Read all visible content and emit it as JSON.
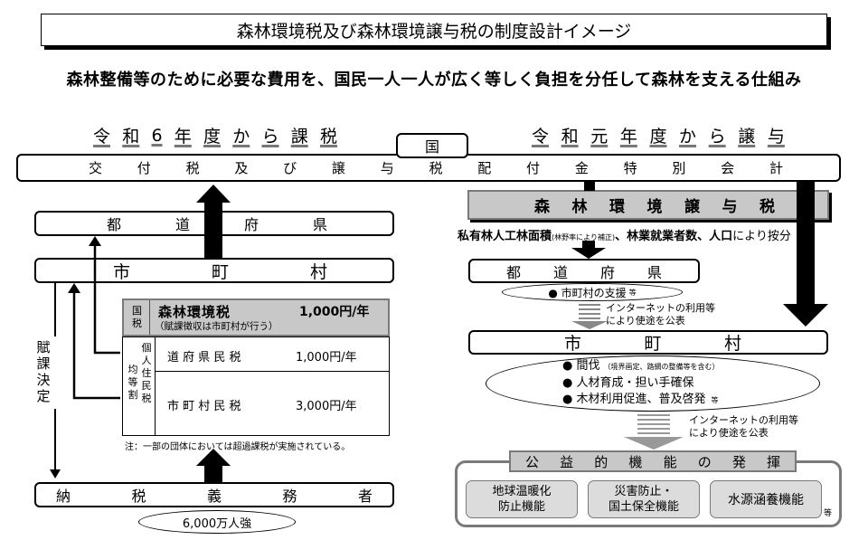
{
  "title": "森林環境税及び森林環境譲与税の制度設計イメージ",
  "subtitle": "森林整備等のために必要な費用を、国民一人一人が広く等しく負担を分任して森林を支える仕組み",
  "left_heading": [
    "令",
    "和",
    "6",
    "年",
    "度",
    "か",
    "ら",
    "課",
    "税"
  ],
  "right_heading": [
    "令",
    "和",
    "元",
    "年",
    "度",
    "か",
    "ら",
    "譲",
    "与"
  ],
  "kuni_label": "国",
  "special_account": [
    "交",
    "付",
    "税",
    "及",
    "び",
    "譲",
    "与",
    "税",
    "配",
    "付",
    "金",
    "特",
    "別",
    "会",
    "計"
  ],
  "left": {
    "prefecture": [
      "都",
      "道",
      "府",
      "県"
    ],
    "municipality": [
      "市",
      "町",
      "村"
    ],
    "fukazeikettei": [
      "賦",
      "課",
      "決",
      "定"
    ],
    "taxpayer": [
      "納",
      "税",
      "義",
      "務",
      "者"
    ],
    "taxpayer_count": "6,000万人強",
    "table": {
      "kuni_tax_label": [
        "国",
        "税"
      ],
      "forest_tax_name": "森林環境税",
      "forest_tax_amount": "1,000円/年",
      "forest_tax_note": "（賦課徴収は市町村が行う）",
      "resident_tax_label_a": [
        "個",
        "人",
        "住",
        "民",
        "税"
      ],
      "resident_tax_label_b": [
        "均",
        "等",
        "割"
      ],
      "pref_tax_name": "道 府 県 民 税",
      "pref_tax_amount": "1,000円/年",
      "muni_tax_name": "市 町 村 民 税",
      "muni_tax_amount": "3,000円/年"
    },
    "footnote": "注：一部の団体においては超過課税が実施されている。"
  },
  "right": {
    "joyozei": [
      "森",
      "林",
      "環",
      "境",
      "譲",
      "与",
      "税"
    ],
    "allocation": {
      "a": "私有林人工林面積",
      "b": "(林野率により補正)",
      "c": "、",
      "d": "林業就業者数",
      "e": "、",
      "f": "人口",
      "g": "により按分"
    },
    "prefecture": [
      "都",
      "道",
      "府",
      "県"
    ],
    "pref_support": "● 市町村の支援",
    "pref_support_suffix": "等",
    "internet_1": [
      "インターネットの利用等",
      "により使途を公表"
    ],
    "municipality": [
      "市",
      "町",
      "村"
    ],
    "uses": {
      "u1": "● 間伐",
      "u1_note": "（境界画定、路網の整備等を含む）",
      "u2": "● 人材育成・担い手確保",
      "u3": "● 木材利用促進、普及啓発",
      "u3_suffix": "等"
    },
    "internet_2": [
      "インターネットの利用等",
      "により使途を公表"
    ],
    "public_functions": [
      "公",
      "益",
      "的",
      "機",
      "能",
      "の",
      "発",
      "揮"
    ],
    "functions": [
      [
        "地球温暖化",
        "防止機能"
      ],
      [
        "災害防止・",
        "国土保全機能"
      ],
      [
        "水源涵養機能"
      ]
    ],
    "functions_suffix": "等"
  }
}
